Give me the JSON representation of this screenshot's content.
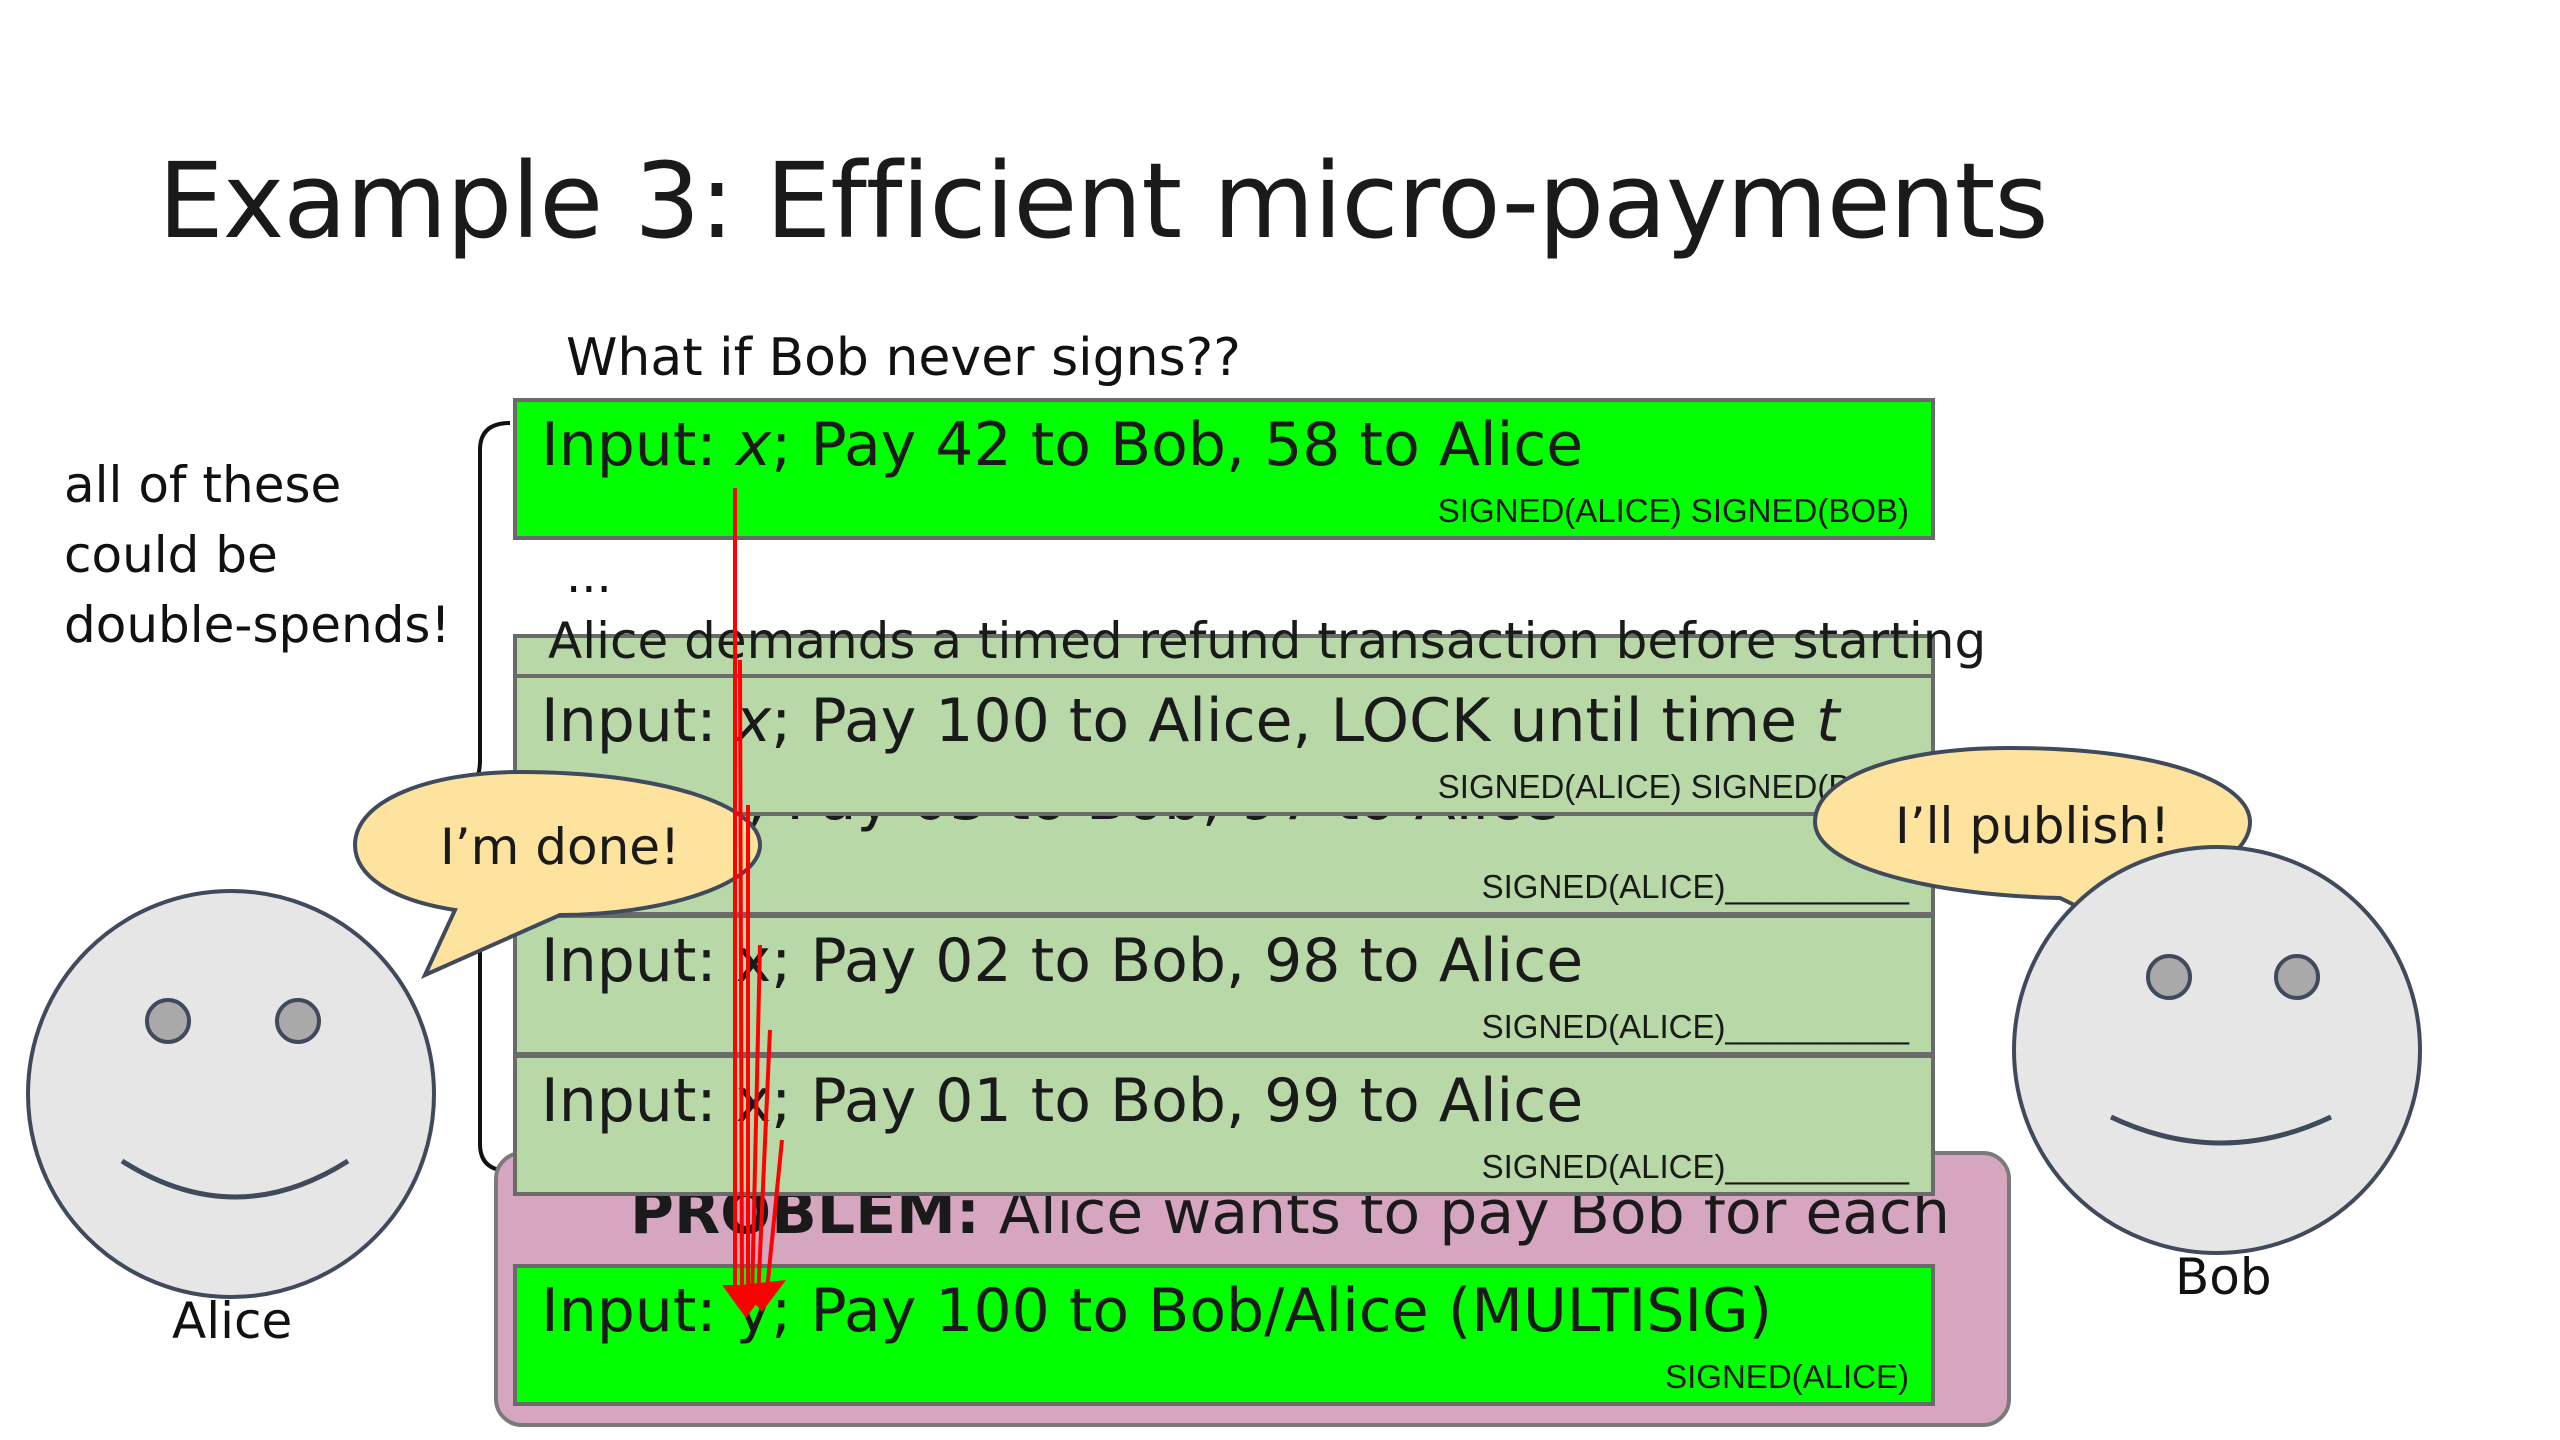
{
  "slide": {
    "title": "Example 3: Efficient micro-payments",
    "question": "What if Bob never signs??",
    "side_note_lines": [
      "all of these",
      "could be",
      "double-spends!"
    ],
    "ellipsis": "...",
    "refund_label": "Alice demands a timed refund transaction before starting",
    "problem": {
      "label": "PROBLEM:",
      "text": " Alice wants to pay Bob for each"
    }
  },
  "transactions": {
    "tx_top": {
      "prefix": "Input: ",
      "var": "x",
      "rest": "; Pay 42 to Bob, 58 to Alice",
      "sig": "SIGNED(ALICE) SIGNED(BOB)"
    },
    "tx_refund": {
      "prefix": "Input: ",
      "var": "x",
      "rest": "; Pay 100 to Alice, LOCK until time ",
      "var2": "t",
      "sig": "SIGNED(ALICE) SIGNED(BOB)"
    },
    "tx_03": {
      "main": "; Pay 03 to Bob, 97 to Alice",
      "sig": "SIGNED(ALICE)__________"
    },
    "tx_02": {
      "main": "Input: x; Pay 02 to Bob, 98 to Alice",
      "sig": "SIGNED(ALICE)__________"
    },
    "tx_01": {
      "main": "Input: x; Pay 01 to Bob, 99 to Alice",
      "sig": "SIGNED(ALICE)__________"
    },
    "tx_multisig": {
      "main": "Input: y; Pay 100 to Bob/Alice (MULTISIG)",
      "sig": "SIGNED(ALICE)"
    }
  },
  "characters": {
    "alice": {
      "name": "Alice",
      "speech": "I’m done!"
    },
    "bob": {
      "name": "Bob",
      "speech": "I’ll publish!"
    }
  },
  "colors": {
    "bright_green": "#00ff00",
    "pale_green": "#b8d8a8",
    "problem_purple": "#d6a5c0",
    "bubble_yellow": "#fde39d",
    "arrow_red": "#ff0000"
  }
}
